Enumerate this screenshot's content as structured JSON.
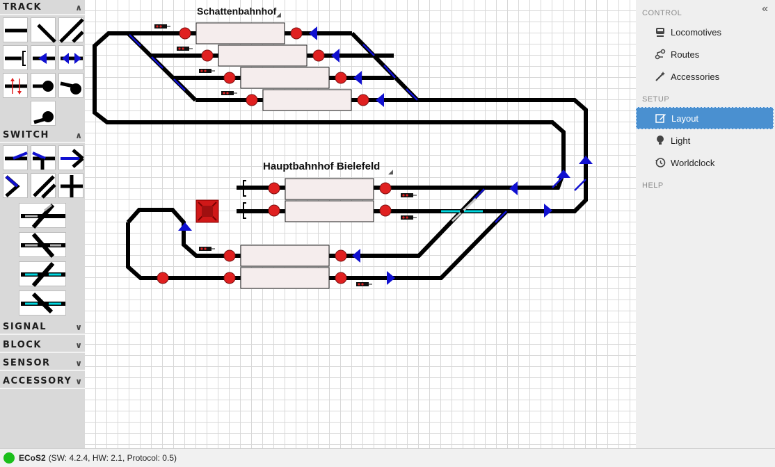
{
  "left_panel": {
    "track_header": "TRACK",
    "switch_header": "SWITCH",
    "signal_header": "SIGNAL",
    "block_header": "BLOCK",
    "sensor_header": "SENSOR",
    "accessory_header": "ACCESSORY"
  },
  "layout": {
    "shadow_station": "Schattenbahnhof",
    "main_station": "Hauptbahnhof Bielefeld"
  },
  "right_panel": {
    "control_header": "CONTROL",
    "locomotives": "Locomotives",
    "routes": "Routes",
    "accessories": "Accessories",
    "setup_header": "SETUP",
    "layout": "Layout",
    "light": "Light",
    "worldclock": "Worldclock",
    "help_header": "HELP",
    "selected": "Layout"
  },
  "status": {
    "device": "ECoS2",
    "details": "(SW: 4.2.4, HW: 2.1, Protocol: 0.5)",
    "connected": true
  },
  "colors": {
    "accent": "#4a90d0",
    "track": "#000000",
    "arrow": "#1010d0",
    "sensor": "#e02020",
    "block": "#f5eded",
    "status_ok": "#1bbf1b",
    "cyan": "#00d8e0"
  }
}
